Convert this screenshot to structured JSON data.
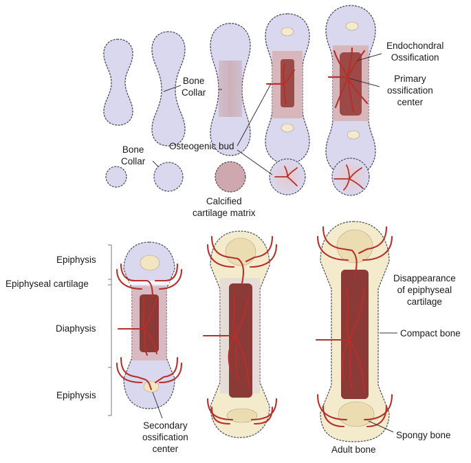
{
  "colors": {
    "cartilage": "#d9d8ee",
    "cartilage_outline": "#4a4a5a",
    "calcified": "#c9a5ab",
    "vessel": "#b5302b",
    "marrow": "#7e2f2c",
    "bone_yellow": "#f4ebcc",
    "spongy": "#e6d9b8",
    "bracket": "#7a7a7a"
  },
  "labels": {
    "bone_collar_1a": "Bone",
    "bone_collar_1b": "Collar",
    "bone_collar_2a": "Bone",
    "bone_collar_2b": "Collar",
    "osteogenic_bud": "Osteogenic bud",
    "calcified_a": "Calcified",
    "calcified_b": "cartilage matrix",
    "endochondral_a": "Endochondral",
    "endochondral_b": "Ossification",
    "primary_a": "Primary",
    "primary_b": "ossification",
    "primary_c": "center",
    "epiphysis_top": "Epiphysis",
    "epiphyseal_cartilage": "Epiphyseal cartilage",
    "diaphysis": "Diaphysis",
    "epiphysis_bottom": "Epiphysis",
    "secondary_a": "Secondary",
    "secondary_b": "ossification",
    "secondary_c": "center",
    "disappearance_a": "Disappearance",
    "disappearance_b": "of epiphyseal",
    "disappearance_c": "cartilage",
    "compact_bone": "Compact bone",
    "spongy_bone": "Spongy bone",
    "adult_bone": "Adult bone"
  }
}
